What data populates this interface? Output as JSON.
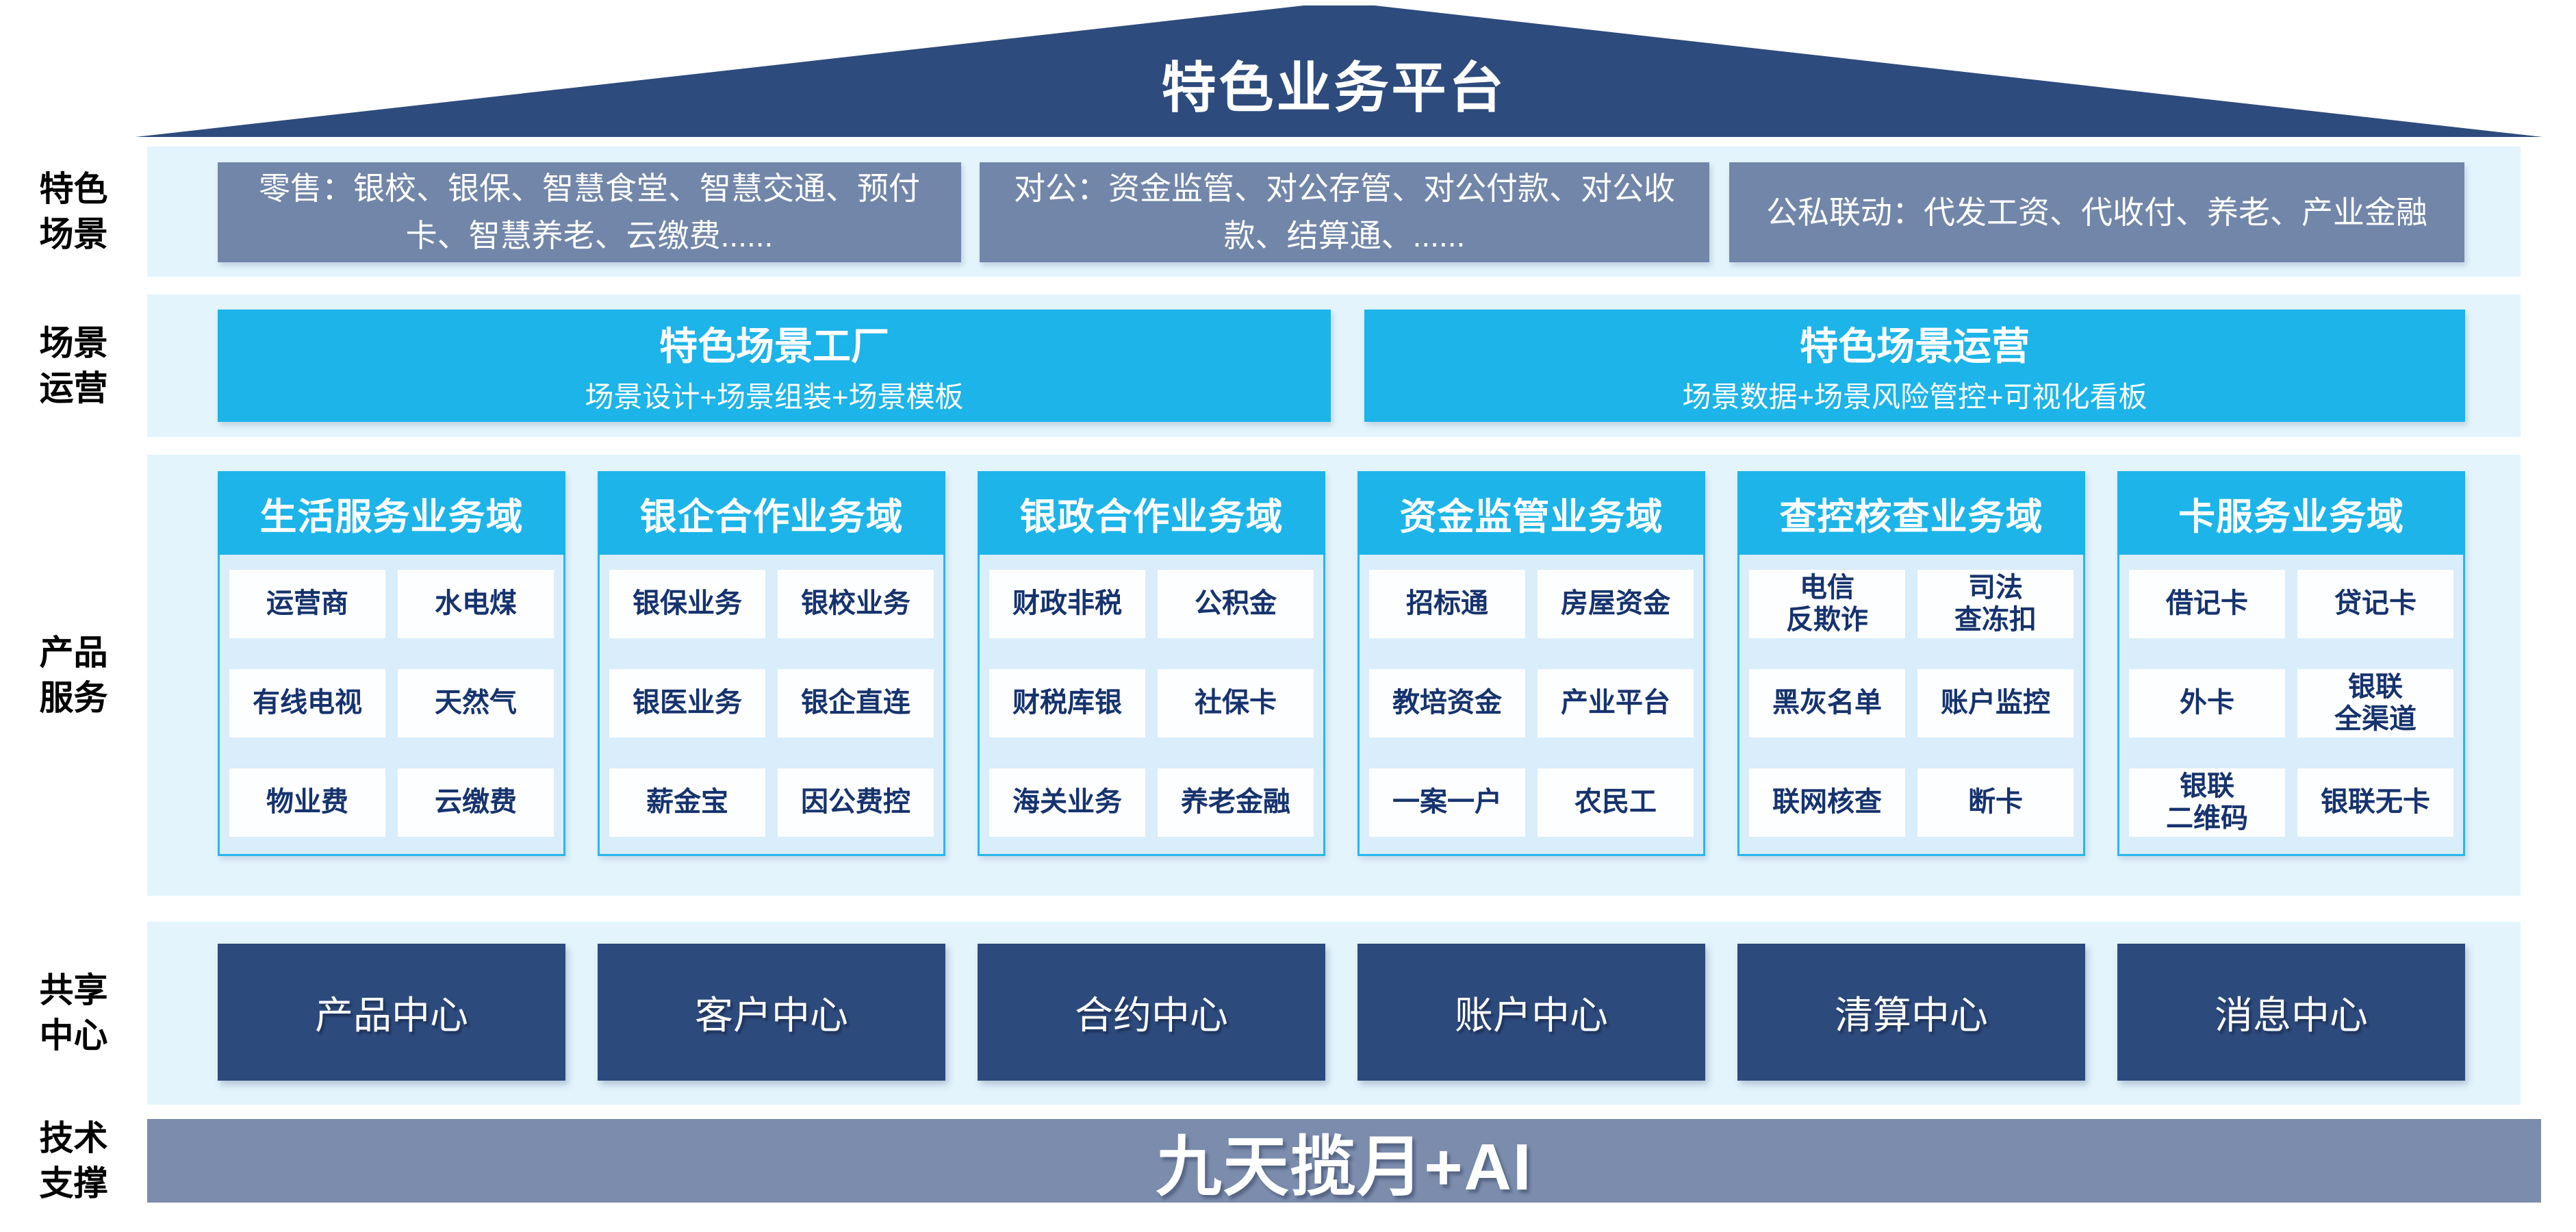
{
  "roof": {
    "title": "特色业务平台"
  },
  "side_labels": [
    {
      "text": "特色\n场景"
    },
    {
      "text": "场景\n运营"
    },
    {
      "text": "产品\n服务"
    },
    {
      "text": "共享\n中心"
    },
    {
      "text": "技术\n支撑"
    }
  ],
  "scene_row": {
    "boxes": [
      "零售：银校、银保、智慧食堂、智慧交通、预付卡、智慧养老、云缴费......",
      "对公：资金监管、对公存管、对公付款、对公收款、结算通、......",
      "公私联动：代发工资、代收付、养老、产业金融"
    ]
  },
  "operation_row": {
    "boxes": [
      {
        "title": "特色场景工厂",
        "subtitle": "场景设计+场景组装+场景模板"
      },
      {
        "title": "特色场景运营",
        "subtitle": "场景数据+场景风险管控+可视化看板"
      }
    ]
  },
  "product_row": {
    "columns": [
      {
        "header": "生活服务业务域",
        "items": [
          "运营商",
          "水电煤",
          "有线电视",
          "天然气",
          "物业费",
          "云缴费"
        ]
      },
      {
        "header": "银企合作业务域",
        "items": [
          "银保业务",
          "银校业务",
          "银医业务",
          "银企直连",
          "薪金宝",
          "因公费控"
        ]
      },
      {
        "header": "银政合作业务域",
        "items": [
          "财政非税",
          "公积金",
          "财税库银",
          "社保卡",
          "海关业务",
          "养老金融"
        ]
      },
      {
        "header": "资金监管业务域",
        "items": [
          "招标通",
          "房屋资金",
          "教培资金",
          "产业平台",
          "一案一户",
          "农民工"
        ]
      },
      {
        "header": "查控核查业务域",
        "items": [
          "电信\n反欺诈",
          "司法\n查冻扣",
          "黑灰名单",
          "账户监控",
          "联网核查",
          "断卡"
        ]
      },
      {
        "header": "卡服务业务域",
        "items": [
          "借记卡",
          "贷记卡",
          "外卡",
          "银联\n全渠道",
          "银联\n二维码",
          "银联无卡"
        ]
      }
    ]
  },
  "center_row": {
    "boxes": [
      "产品中心",
      "客户中心",
      "合约中心",
      "账户中心",
      "清算中心",
      "消息中心"
    ]
  },
  "tech_row": {
    "banner": "九天揽月+AI"
  },
  "colors": {
    "roof": "#2e4b7d",
    "scene_box": "#7286a9",
    "cyan": "#1cb4e9",
    "band": "#e3f4fd",
    "column_body": "#d9edfa",
    "column_border": "#29b7ec",
    "item_text": "#16336e",
    "center_box": "#2d4a7c",
    "banner": "#7b8cad"
  }
}
